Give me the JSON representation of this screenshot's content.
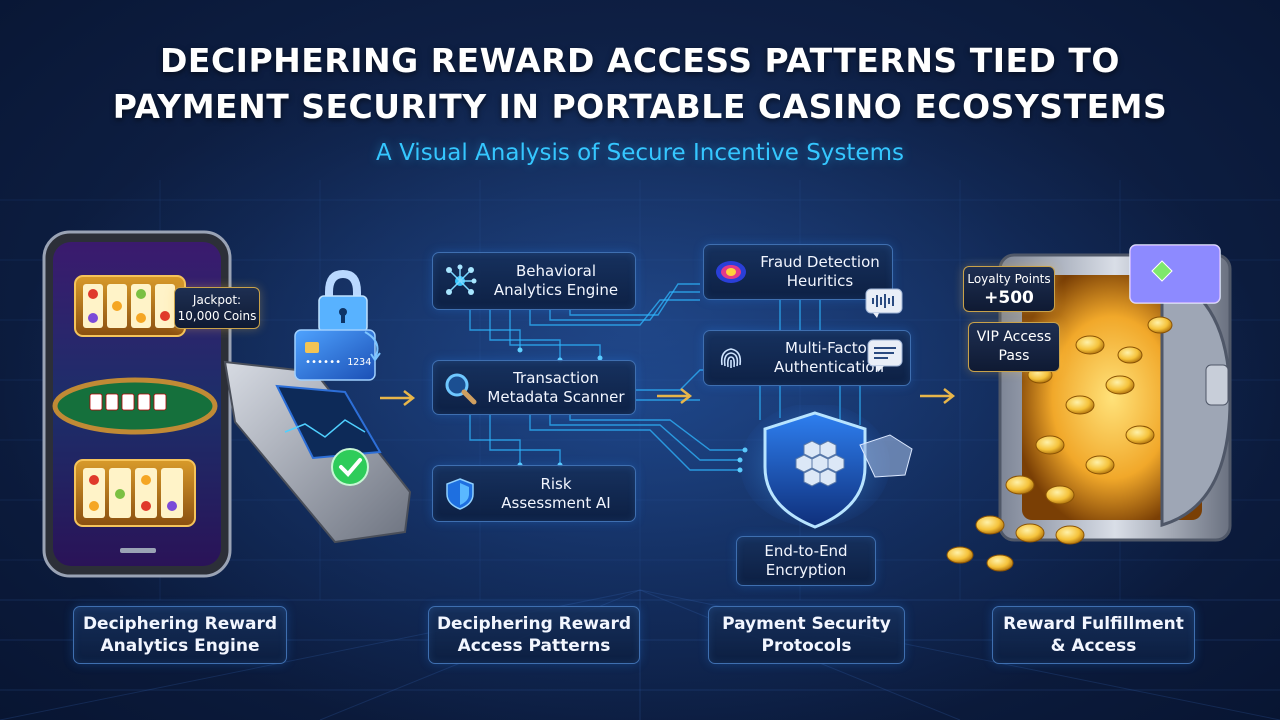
{
  "header": {
    "title_line1": "DECIPHERING REWARD ACCESS PATTERNS TIED TO",
    "title_line2": "PAYMENT SECURITY IN PORTABLE CASINO ECOSYSTEMS",
    "subtitle": "A Visual Analysis of Secure Incentive Systems"
  },
  "phone": {
    "jackpot_line1": "Jackpot:",
    "jackpot_line2": "10,000 Coins"
  },
  "card": {
    "number": "•••••• 1234"
  },
  "modules_left": [
    {
      "line1": "Behavioral",
      "line2": "Analytics Engine",
      "icon": "network-icon"
    },
    {
      "line1": "Transaction",
      "line2": "Metadata Scanner",
      "icon": "magnifier-icon"
    },
    {
      "line1": "Risk",
      "line2": "Assessment AI",
      "icon": "shield-icon"
    }
  ],
  "modules_right": [
    {
      "line1": "Fraud Detection",
      "line2": "Heuritics",
      "icon": "heatmap-icon"
    },
    {
      "line1": "Multi-Factor",
      "line2": "Authentication",
      "icon": "fingerprint-icon"
    },
    {
      "line1": "End-to-End",
      "line2": "Encryption",
      "icon": "lock-icon"
    }
  ],
  "vault": {
    "loyalty_line1": "Loyalty Points",
    "loyalty_line2": "+500",
    "vip_line1": "VIP Access",
    "vip_line2": "Pass"
  },
  "bottom_labels": [
    {
      "line1": "Deciphering Reward",
      "line2": "Analytics Engine"
    },
    {
      "line1": "Deciphering Reward",
      "line2": "Access Patterns"
    },
    {
      "line1": "Payment Security",
      "line2": "Protocols"
    },
    {
      "line1": "Reward Fulfillment",
      "line2": "& Access"
    }
  ],
  "colors": {
    "accent_cyan": "#35c7ff",
    "arrow_gold": "#e8b64a",
    "success_green": "#2ecc5a",
    "gold": "#ffc83a"
  }
}
